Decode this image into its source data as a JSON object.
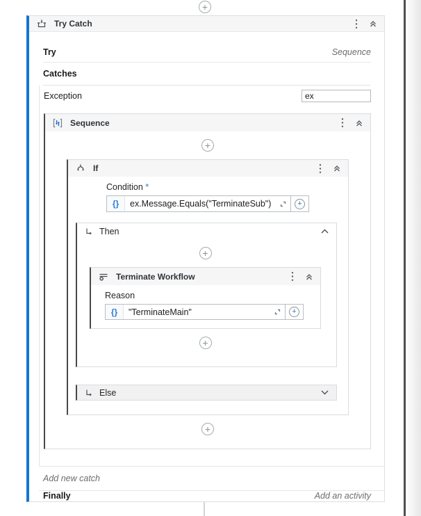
{
  "ui": {
    "plus": "+",
    "colors": {
      "accent_blue": "#1375d2",
      "expression_blue": "#2b7cd3",
      "header_bg": "#f6f6f7",
      "card_border": "#d8dcdf",
      "dark_edge": "#46484a",
      "muted_text": "#6d6d6d"
    }
  },
  "try_catch": {
    "title": "Try Catch",
    "try_label": "Try",
    "try_value": "Sequence",
    "catches_label": "Catches",
    "exception_label": "Exception",
    "exception_value": "ex",
    "add_new_catch_label": "Add new catch",
    "finally_label": "Finally",
    "finally_value": "Add an activity"
  },
  "sequence": {
    "title": "Sequence"
  },
  "if": {
    "title": "If",
    "condition_label": "Condition",
    "required_marker": "*",
    "condition_expression": "ex.Message.Equals(\"TerminateSub\")",
    "then_label": "Then",
    "else_label": "Else"
  },
  "terminate": {
    "title": "Terminate Workflow",
    "reason_label": "Reason",
    "reason_expression": "\"TerminateMain\""
  },
  "expression": {
    "braces": "{}"
  }
}
